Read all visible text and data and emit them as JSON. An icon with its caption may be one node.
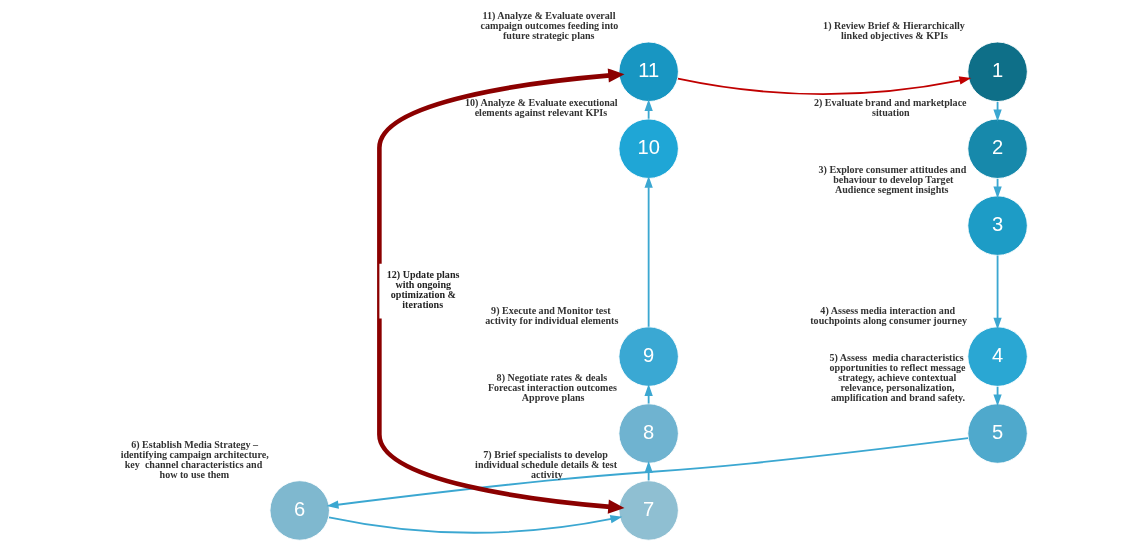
{
  "diagram": {
    "nodes": [
      {
        "text": [
          "1"
        ],
        "beside": [
          "1) Review Brief & Hierarchically linked objectives & KPIs"
        ]
      },
      {
        "text": [
          "2"
        ],
        "beside": [
          "2) Evaluate brand and marketplace situation"
        ]
      },
      {
        "text": [
          "3"
        ],
        "beside": [
          "3) Explore consumer attitudes and behaviour to develop Target Audience segment insights"
        ]
      },
      {
        "text": [
          "4"
        ],
        "beside": [
          "4) Assess media interaction and touchpoints along consumer journey"
        ]
      },
      {
        "text": [
          "5"
        ],
        "beside": [
          "5) Assess  media characteristics opportunities to reflect message strategy, achieve contextual relevance, personalization, amplification and brand safety."
        ]
      },
      {
        "text": [
          "6"
        ],
        "beside": [
          "6) Establish Media Strategy – identifying campaign architecture, key  channel characteristics and how to use them"
        ]
      },
      {
        "text": [
          "7"
        ],
        "beside": [
          "7) Brief specialists to develop individual schedule details & test activity"
        ]
      },
      {
        "text": [
          "8"
        ],
        "beside": [
          "8) Negotiate rates & deals Forecast interaction outcomes Approve plans"
        ]
      },
      {
        "text": [
          "9"
        ],
        "beside": [
          "9) Execute and Monitor test activity for individual elements"
        ]
      },
      {
        "text": [
          "10"
        ],
        "beside": [
          "10) Analyze & Evaluate executional elements against relevant KPIs"
        ]
      },
      {
        "text": [
          "11"
        ],
        "beside": [
          "11) Analyze & Evaluate overall campaign outcomes feeding into future strategic plans"
        ]
      }
    ],
    "edges": [
      {
        "from": 0,
        "to": 1,
        "arrow": "to"
      },
      {
        "from": 1,
        "to": 2,
        "arrow": "to"
      },
      {
        "from": 2,
        "to": 3,
        "arrow": "to"
      },
      {
        "from": 3,
        "to": 4,
        "arrow": "to"
      },
      {
        "from": 4,
        "to": 5,
        "arrow": "to"
      },
      {
        "from": 5,
        "to": 6,
        "arrow": "to"
      },
      {
        "from": 6,
        "to": 7,
        "arrow": "to"
      },
      {
        "from": 7,
        "to": 8,
        "arrow": "to"
      },
      {
        "from": 8,
        "to": 9,
        "arrow": "to"
      },
      {
        "from": 9,
        "to": 10,
        "arrow": "to"
      },
      {
        "from": 10,
        "to": 0,
        "arrow": "to",
        "color": "#c00000"
      },
      {
        "from": 10,
        "to": 6,
        "arrow": "both",
        "style": "thick",
        "color": "#8b0000",
        "label": "12) Update plans with ongoing optimization & iterations"
      }
    ]
  }
}
